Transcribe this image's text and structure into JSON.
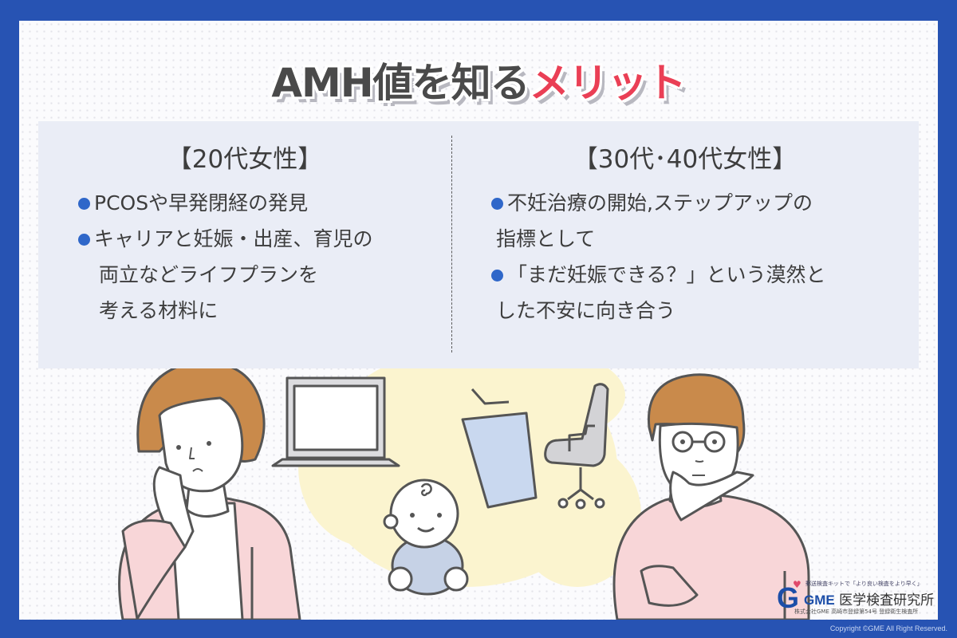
{
  "title": {
    "main": "AMH値を知る",
    "accent": "メリット"
  },
  "columns": [
    {
      "heading": "【20代女性】",
      "items": [
        {
          "lines": [
            "PCOSや早発閉経の発見"
          ]
        },
        {
          "lines": [
            "キャリアと妊娠・出産、育児の",
            "両立などライフプランを",
            "考える材料に"
          ]
        }
      ]
    },
    {
      "heading": "【30代･40代女性】",
      "items": [
        {
          "lines": [
            "不妊治療の開始,ステップアップの",
            "指標として"
          ]
        },
        {
          "lines": [
            "「まだ妊娠できる？」という漠然と",
            "した不安に向き合う"
          ]
        }
      ]
    }
  ],
  "illustrations": {
    "left": "woman-thinking",
    "center": [
      "laptop",
      "baby",
      "document",
      "office-chair"
    ],
    "right": "man-with-glasses-thinking"
  },
  "logo": {
    "symbol": "G",
    "tagline": "郵送検査キットで「より良い検査をより早く」",
    "brand": "GME",
    "name": "医学検査研究所",
    "sub": "株式会社GME  高崎市登録第54号  登録衛生検査所"
  },
  "copyright": "Copyright ©GME All Right Reserved.",
  "colors": {
    "frame": "#2753b3",
    "accent": "#ea3f55",
    "bullet": "#2f67c9",
    "panel": "#eaedf6"
  }
}
